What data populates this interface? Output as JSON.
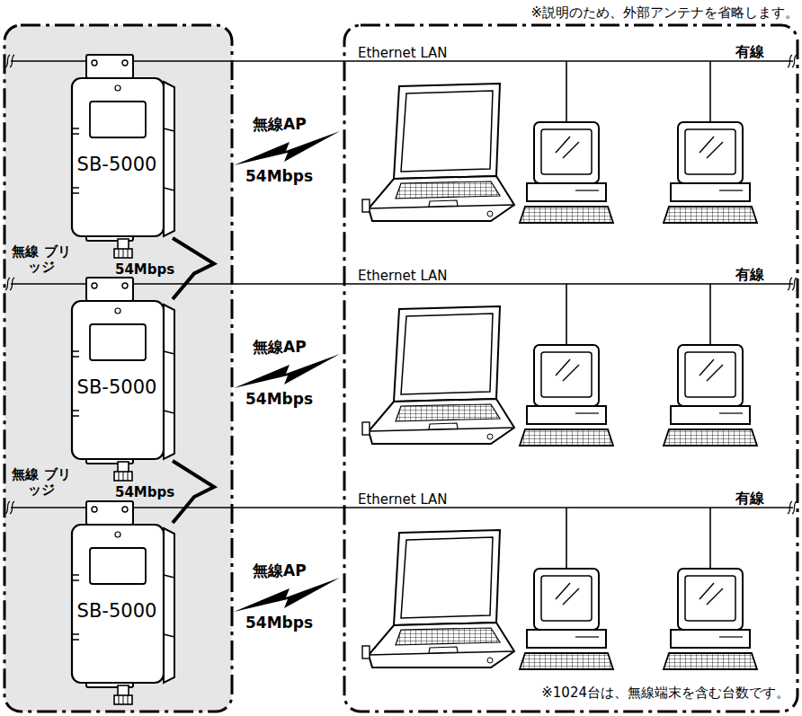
{
  "diagram": {
    "nodes": [
      {
        "text": [
          "SB-5000"
        ]
      },
      {
        "text": [
          "SB-5000"
        ]
      },
      {
        "text": [
          "SB-5000"
        ]
      }
    ],
    "edges": [
      {
        "from": 0,
        "to": 1,
        "arrow": "none",
        "label": "無線 ブリッジ"
      },
      {
        "from": 1,
        "to": 2,
        "arrow": "none",
        "label": "無線 ブリッジ"
      }
    ],
    "labels": [
      "※説明のため、外部アンテナを省略します。",
      "Ethernet LAN",
      "有線",
      "無線AP",
      "54Mbps",
      "54Mbps",
      "Ethernet LAN",
      "有線",
      "無線AP",
      "54Mbps",
      "54Mbps",
      "Ethernet LAN",
      "有線",
      "無線AP",
      "54Mbps",
      "※1024台は、無線端末を含む台数です。"
    ]
  }
}
